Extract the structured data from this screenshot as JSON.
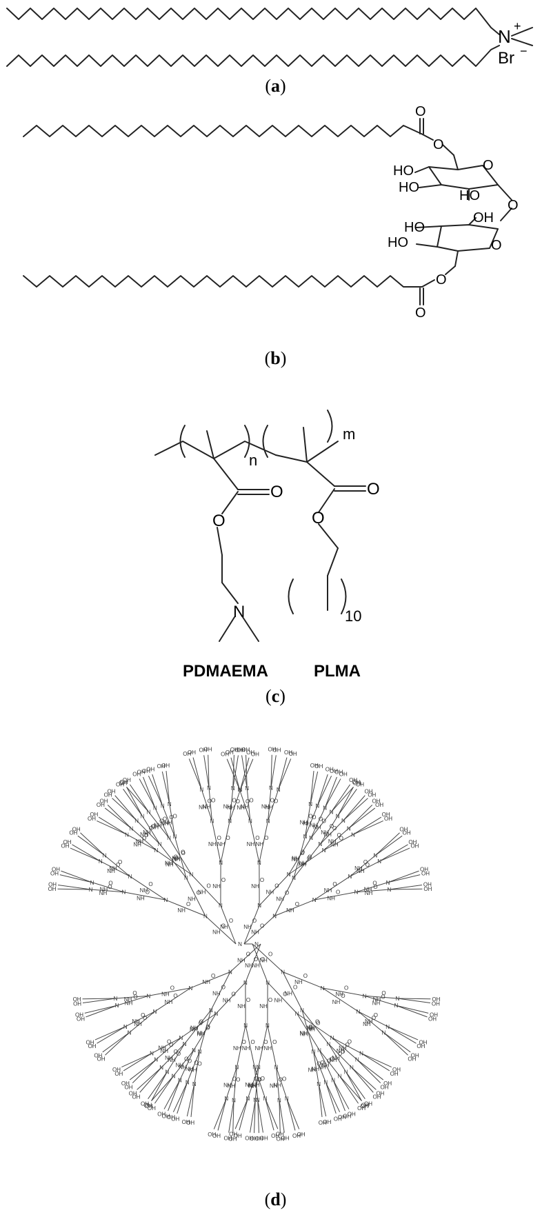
{
  "panels": {
    "a": {
      "caption": "a",
      "atoms": {
        "n": "N",
        "charge_pos": "+",
        "br": "Br",
        "charge_neg": "−"
      }
    },
    "b": {
      "caption": "b",
      "atoms": {
        "o": "O",
        "ho": "HO",
        "oh": "OH"
      }
    },
    "c": {
      "caption": "c",
      "atoms": {
        "o": "O",
        "n_atom": "N",
        "n_sub": "n",
        "m_sub": "m",
        "ten_sub": "10"
      },
      "labels": {
        "left": "PDMAEMA",
        "right": "PLMA"
      }
    },
    "d": {
      "caption": "d",
      "atoms": {
        "oh": "OH",
        "nh": "NH",
        "n": "N",
        "o": "O"
      }
    }
  }
}
